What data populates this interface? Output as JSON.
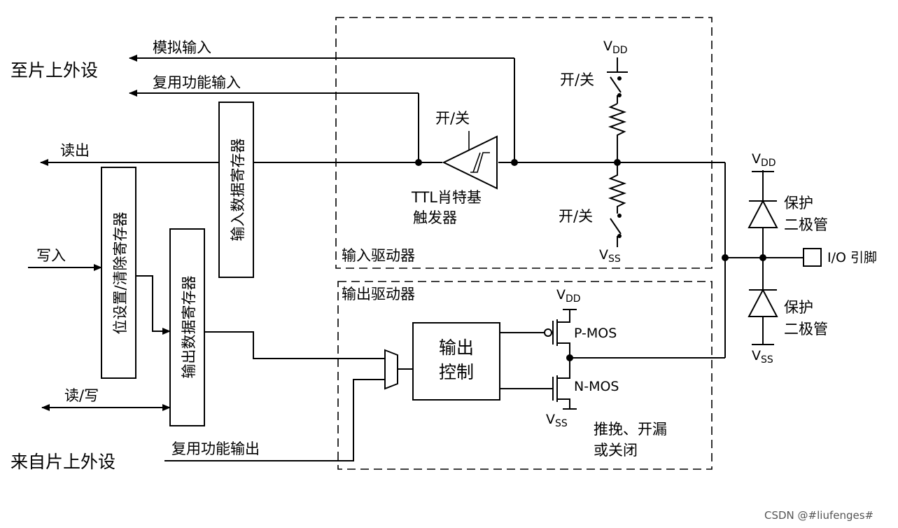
{
  "labels": {
    "to_peripheral": "至片上外设",
    "analog_input": "模拟输入",
    "alt_func_input": "复用功能输入",
    "read_out": "读出",
    "write_in": "写入",
    "read_write": "读/写",
    "from_peripheral": "来自片上外设",
    "alt_func_output": "复用功能输出",
    "input_data_reg": "输入数据寄存器",
    "bit_set_reset_reg": "位设置/清除寄存器",
    "output_data_reg": "输出数据寄存器",
    "input_driver": "输入驱动器",
    "output_driver": "输出驱动器",
    "on_off": "开/关",
    "ttl_schmitt_l1": "TTL肖特基",
    "ttl_schmitt_l2": "触发器",
    "output_control_l1": "输出",
    "output_control_l2": "控制",
    "pmos": "P-MOS",
    "nmos": "N-MOS",
    "pushpull_l1": "推挽、开漏",
    "pushpull_l2": "或关闭",
    "protect_l1": "保护",
    "protect_l2": "二极管",
    "io_pin": "I/O 引脚",
    "v": "V",
    "dd": "DD",
    "ss": "SS"
  },
  "watermark": "CSDN @#liufenges#"
}
